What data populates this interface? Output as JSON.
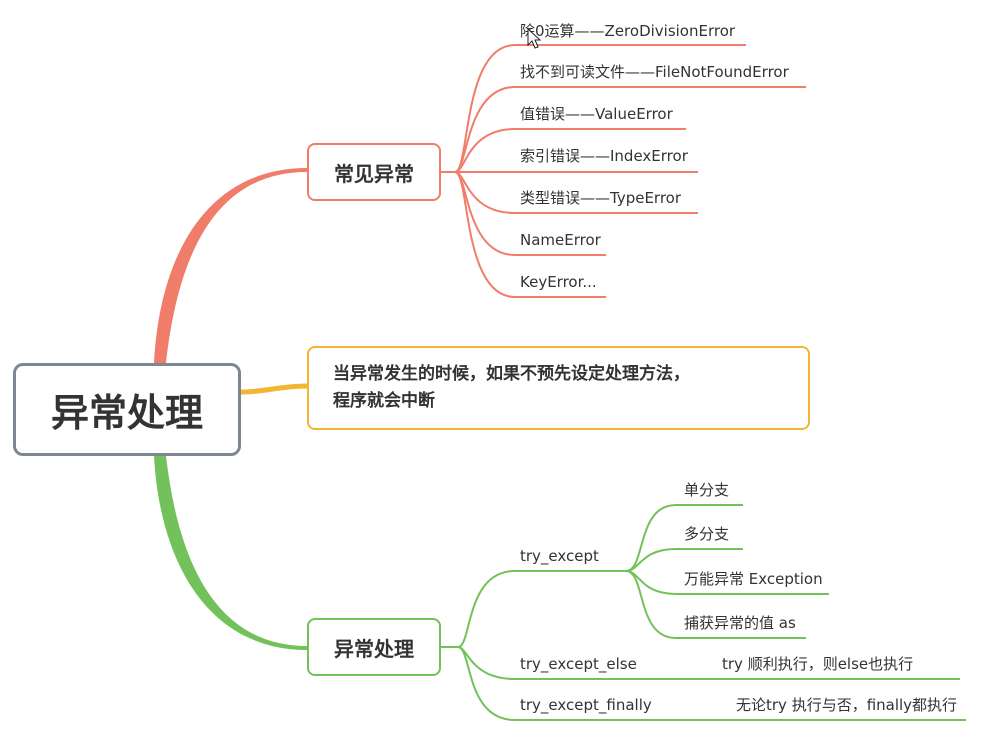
{
  "root": {
    "label": "异常处理"
  },
  "branch_common": {
    "label": "常见异常",
    "items": [
      "除0运算——ZeroDivisionError",
      "找不到可读文件——FileNotFoundError",
      "值错误——ValueError",
      "索引错误——IndexError",
      "类型错误——TypeError",
      "NameError",
      "KeyError..."
    ]
  },
  "branch_note": {
    "text": "当异常发生的时候，如果不预先设定处理方法，\n程序就会中断"
  },
  "branch_handling": {
    "label": "异常处理",
    "try_except": {
      "label": "try_except",
      "children": [
        "单分支",
        "多分支",
        "万能异常 Exception",
        "捕获异常的值 as"
      ]
    },
    "try_except_else": {
      "label": "try_except_else",
      "note": "try 顺利执行，则else也执行"
    },
    "try_except_finally": {
      "label": "try_except_finally",
      "note": "无论try 执行与否，finally都执行"
    }
  },
  "colors": {
    "common": "#f07d6a",
    "note": "#f2b633",
    "handling": "#72c15a",
    "root_border": "#7d8791"
  }
}
